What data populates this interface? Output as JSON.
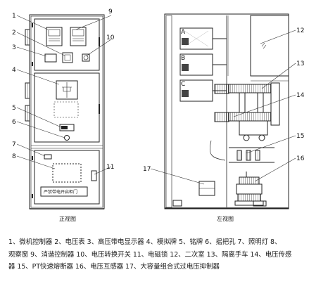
{
  "views": {
    "front_caption": "正视图",
    "side_caption": "左视图"
  },
  "front_labels": [
    "1",
    "2",
    "3",
    "4",
    "5",
    "6",
    "7",
    "8",
    "9",
    "10",
    "11"
  ],
  "side_labels": [
    "12",
    "13",
    "14",
    "15",
    "16",
    "17"
  ],
  "phase_labels": [
    "A",
    "B",
    "C"
  ],
  "panel_text": "严禁带电开启柜门",
  "legend": {
    "line1": "1、微机控制器 2、电压表 3、高压带电显示器 4、模拟牌 5、铭牌 6、摇把孔 7、照明灯 8、",
    "line2": "观察窗 9、消谐控制器 10、电压转换开关 11、电磁锁 12、二次室 13、隔离手车 14、电压传感",
    "line3": "器 15、PT快速熔断器 16、电压互感器 17、大容量组合式过电压抑制器"
  }
}
